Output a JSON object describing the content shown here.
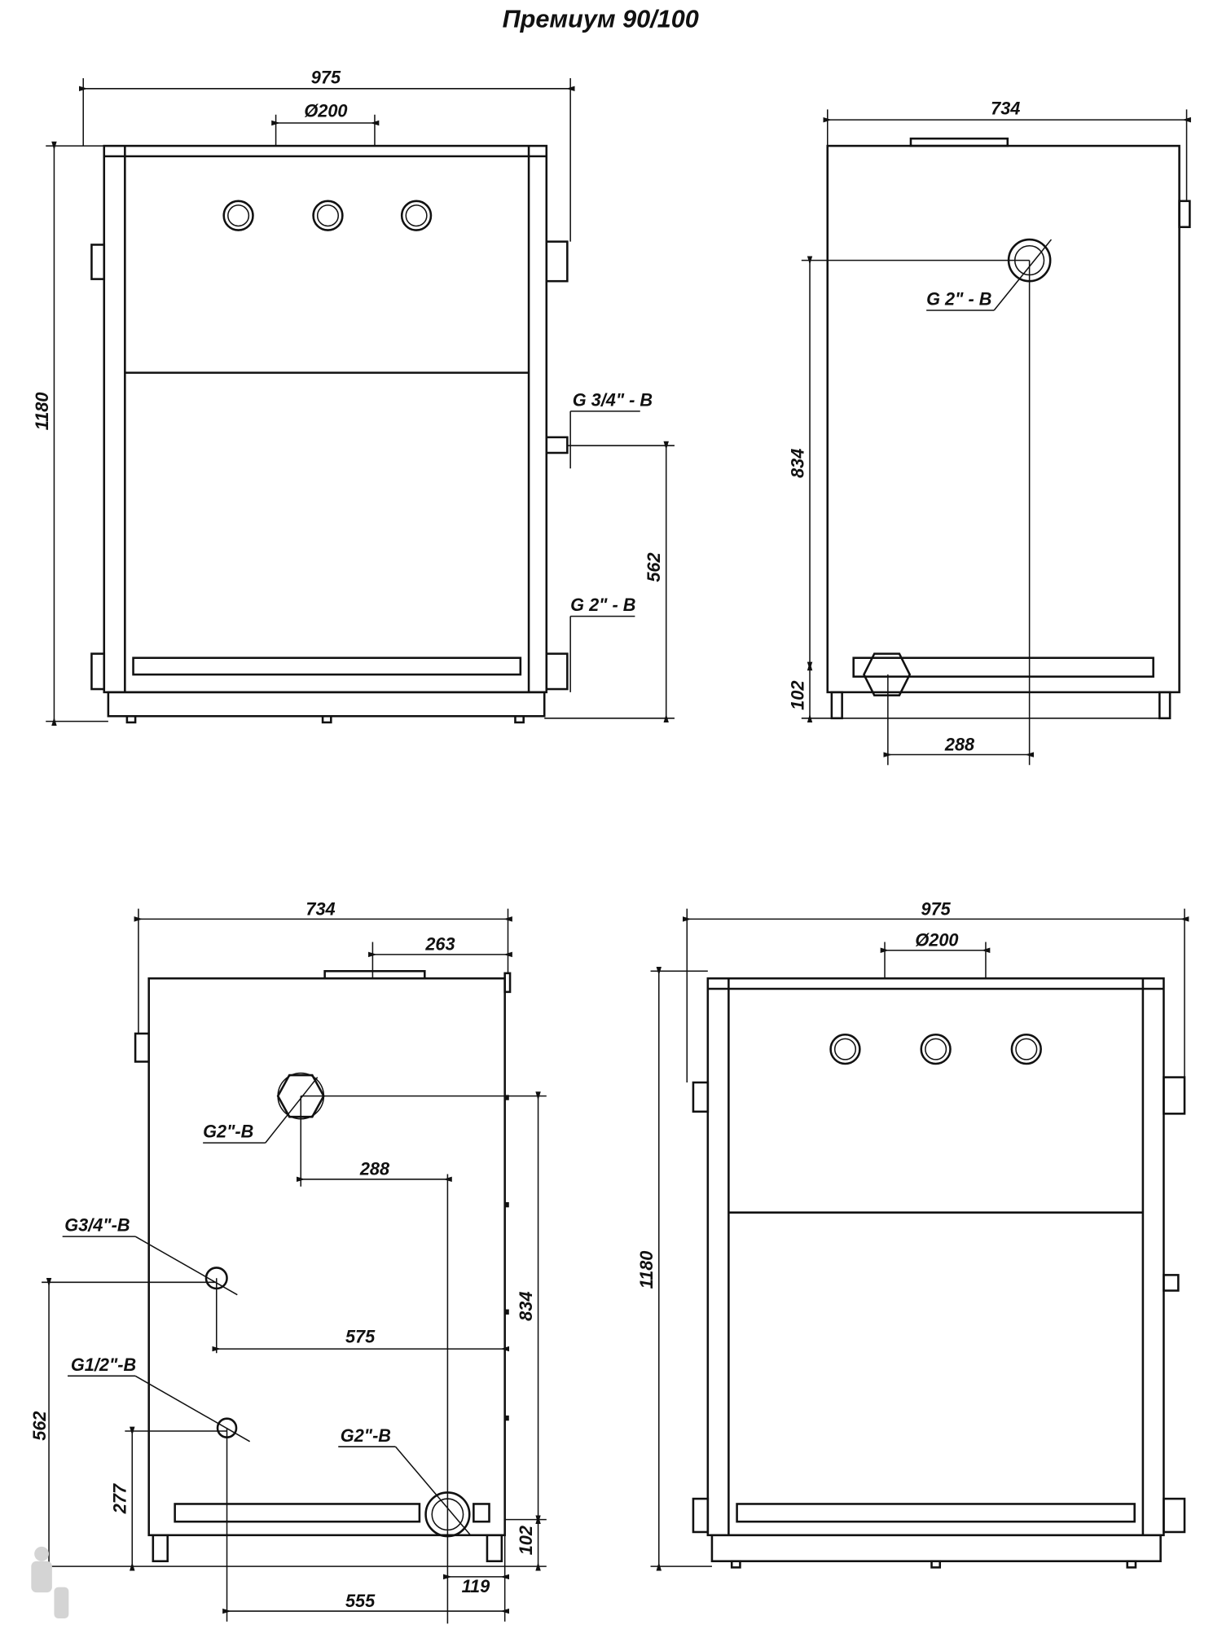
{
  "title": "Премиум 90/100",
  "front_view_top": {
    "width": "975",
    "flue": "Ø200",
    "height": "1180",
    "port_height": "562",
    "port_small": "G 3/4\" - B",
    "port_large": "G 2\" - B"
  },
  "side_view_top": {
    "width": "734",
    "height_upper": "834",
    "height_lower": "102",
    "offset": "288",
    "port": "G 2\" - B"
  },
  "side_view_bottom": {
    "width": "734",
    "flue_offset": "263",
    "offset_288": "288",
    "offset_575": "575",
    "height_834": "834",
    "height_562": "562",
    "height_277": "277",
    "height_102": "102",
    "offset_555": "555",
    "offset_119": "119",
    "port_top": "G2\"-B",
    "port_34": "G3/4\"-B",
    "port_12": "G1/2\"-B",
    "port_bottom": "G2\"-B"
  },
  "front_view_bottom": {
    "width": "975",
    "flue": "Ø200",
    "height": "1180"
  }
}
